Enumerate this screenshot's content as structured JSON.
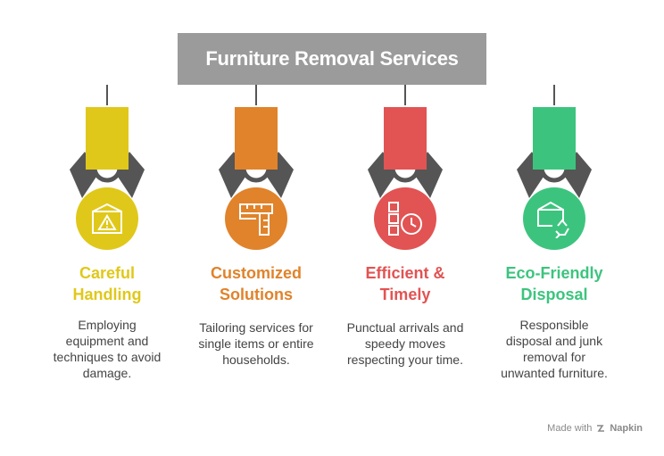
{
  "title": "Furniture Removal Services",
  "colors": {
    "title_bg": "#9b9b9b",
    "claw": "#555555"
  },
  "items": [
    {
      "heading_line1": "Careful",
      "heading_line2": "Handling",
      "color": "#e0c81a",
      "icon": "warning-box-icon",
      "desc": [
        "Employing",
        "equipment and",
        "techniques to avoid",
        "damage."
      ]
    },
    {
      "heading_line1": "Customized",
      "heading_line2": "Solutions",
      "color": "#e0832b",
      "icon": "measuring-tape-icon",
      "desc": [
        "Tailoring services for",
        "single items or entire",
        "households."
      ]
    },
    {
      "heading_line1": "Efficient &",
      "heading_line2": "Timely",
      "color": "#e25353",
      "icon": "schedule-clock-icon",
      "desc": [
        "Punctual arrivals and",
        "speedy moves",
        "respecting your time."
      ]
    },
    {
      "heading_line1": "Eco-Friendly",
      "heading_line2": "Disposal",
      "color": "#3cc47e",
      "icon": "recycle-box-icon",
      "desc": [
        "Responsible",
        "disposal and junk",
        "removal for",
        "unwanted furniture."
      ]
    }
  ],
  "footer": {
    "prefix": "Made with",
    "brand": "Napkin"
  }
}
